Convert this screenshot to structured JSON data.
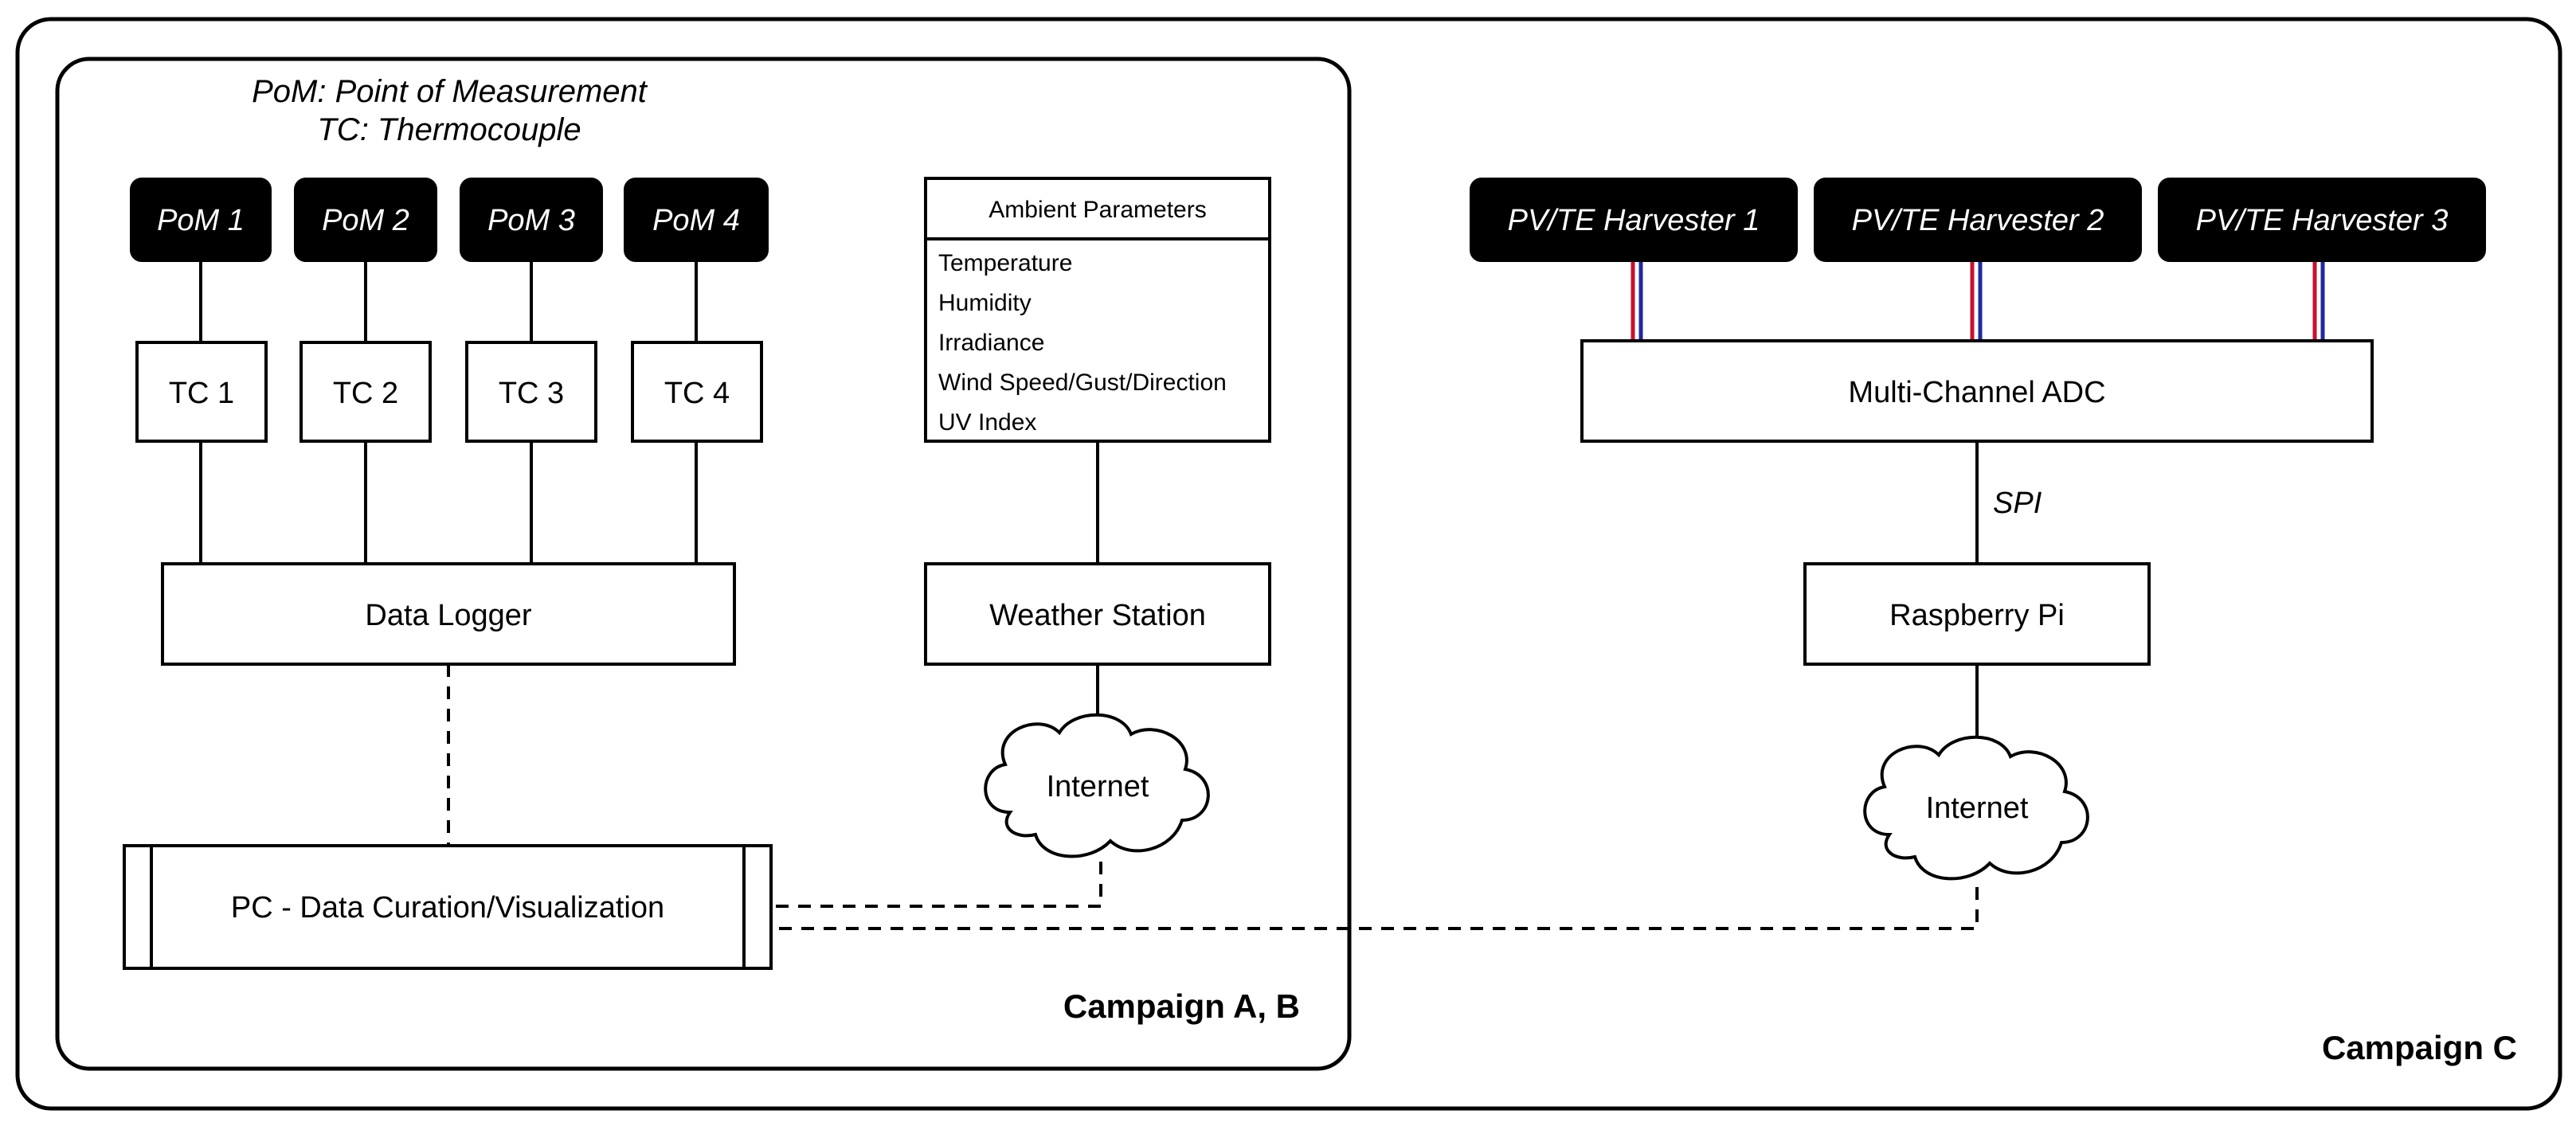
{
  "legend": {
    "line1": "PoM: Point of Measurement",
    "line2": "TC: Thermocouple"
  },
  "campaign_ab": {
    "label": "Campaign A, B",
    "poms": [
      "PoM 1",
      "PoM 2",
      "PoM 3",
      "PoM 4"
    ],
    "tcs": [
      "TC 1",
      "TC 2",
      "TC 3",
      "TC 4"
    ],
    "data_logger": "Data Logger",
    "ambient": {
      "title": "Ambient Parameters",
      "items": [
        "Temperature",
        "Humidity",
        "Irradiance",
        "Wind Speed/Gust/Direction",
        "UV Index"
      ]
    },
    "weather_station": "Weather Station",
    "internet": "Internet",
    "pc": "PC - Data Curation/Visualization"
  },
  "campaign_c": {
    "label": "Campaign C",
    "harvesters": [
      "PV/TE Harvester 1",
      "PV/TE Harvester 2",
      "PV/TE Harvester 3"
    ],
    "adc": "Multi-Channel ADC",
    "spi": "SPI",
    "raspberry": "Raspberry Pi",
    "internet": "Internet"
  },
  "colors": {
    "wire_red": "#c8102e",
    "wire_blue": "#1f2a9c"
  }
}
